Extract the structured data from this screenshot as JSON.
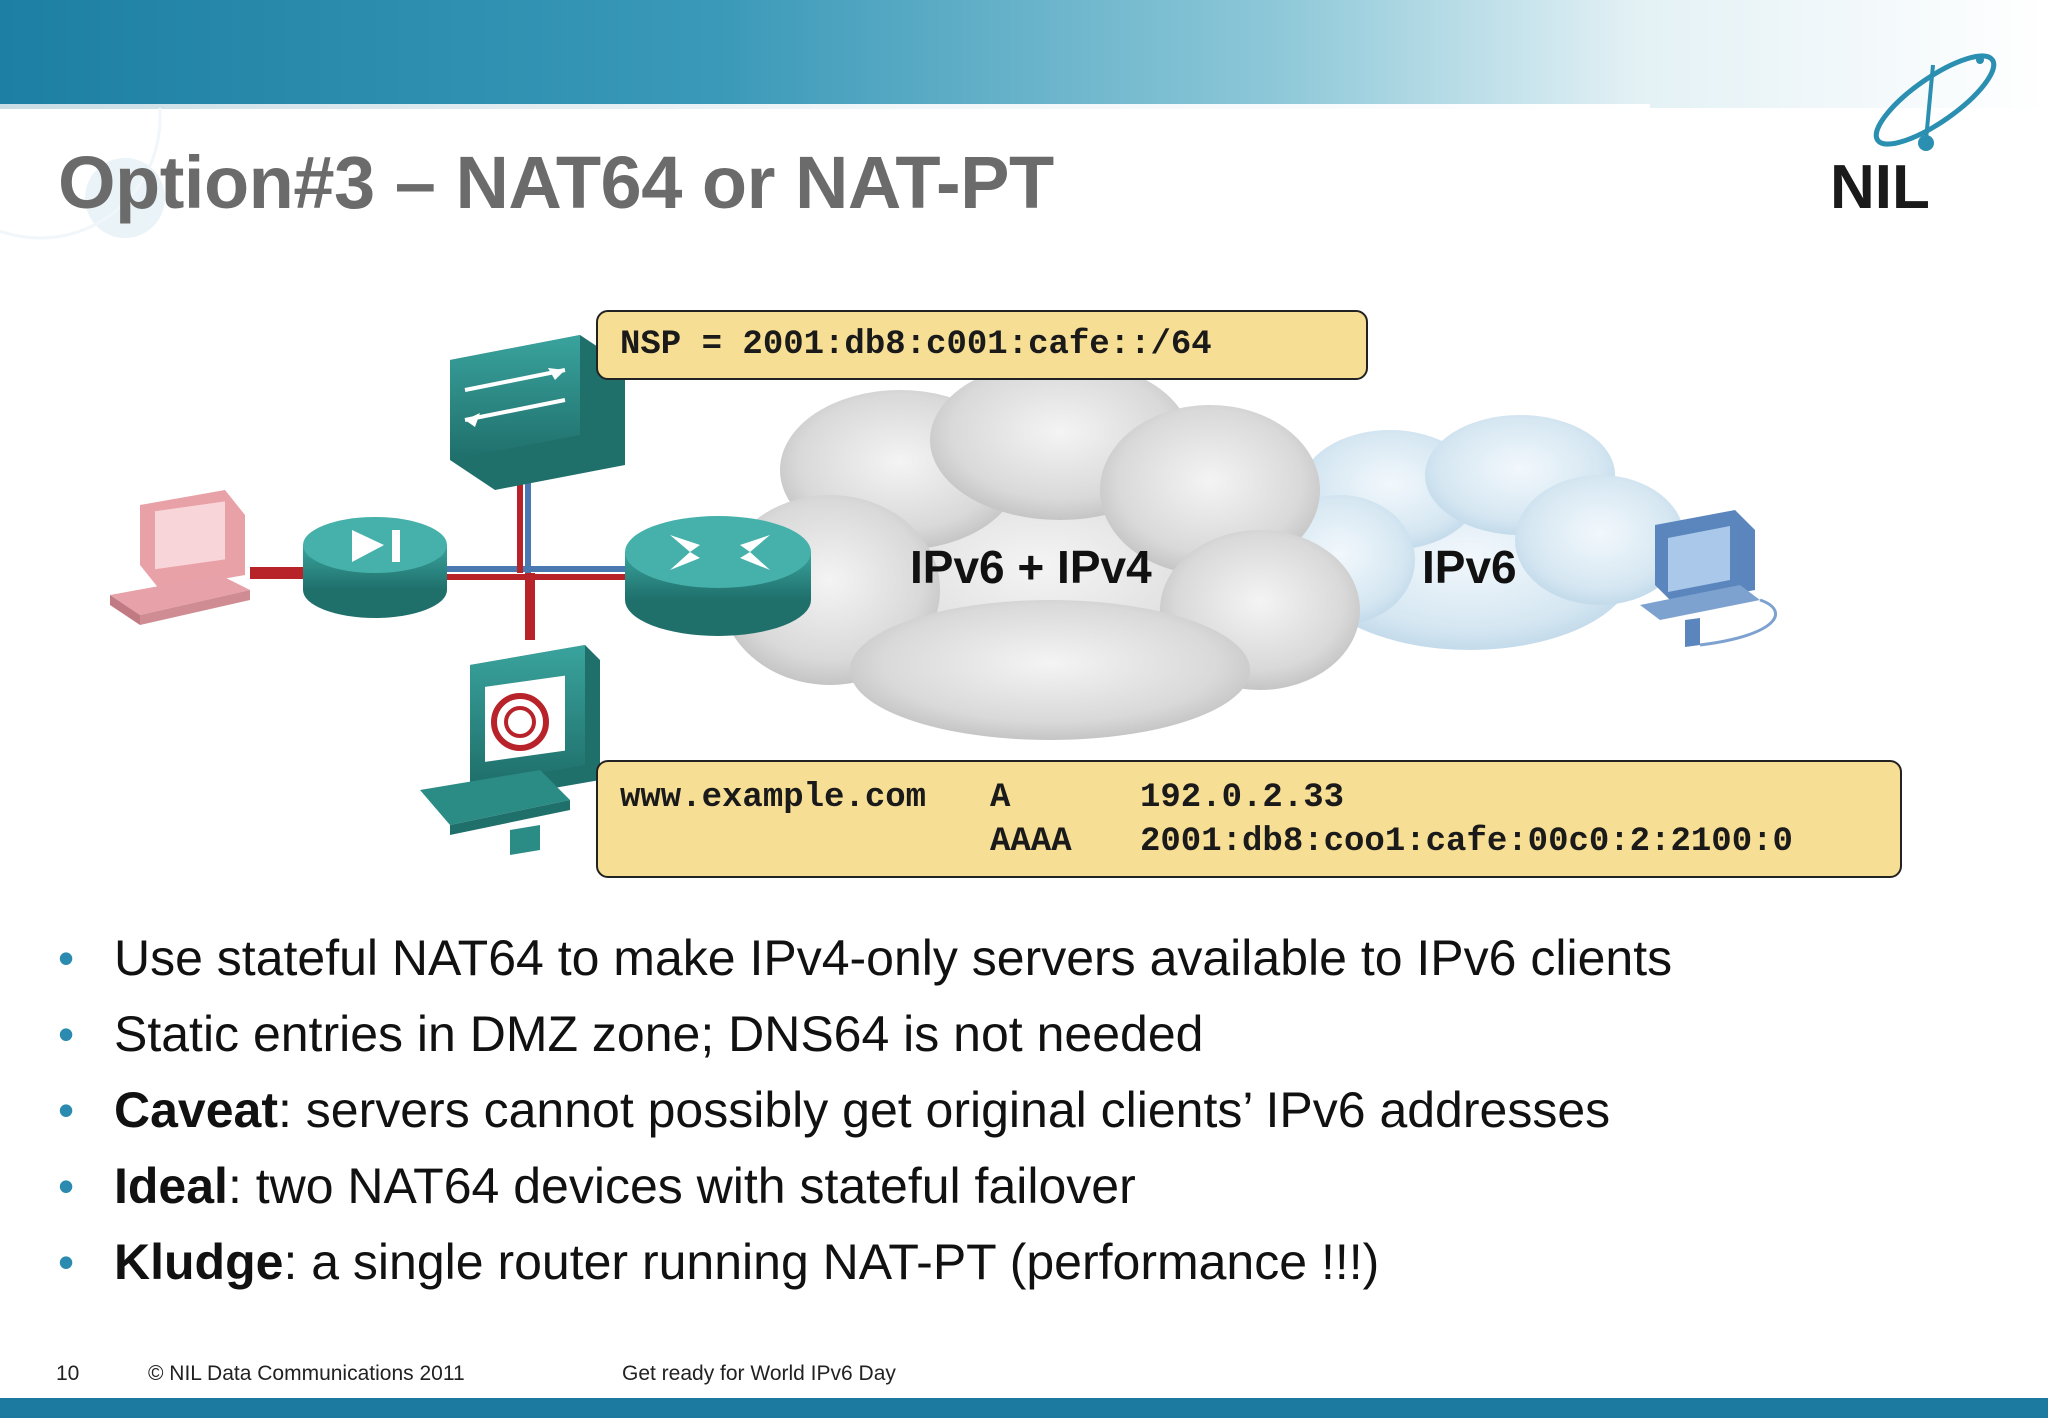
{
  "slide": {
    "title": "Option#3 – NAT64 or NAT-PT",
    "logo_text": "NIL"
  },
  "diagram": {
    "nsp_label": "NSP = 2001:db8:c001:cafe::/64",
    "cloud_left_label": "IPv6 + IPv4",
    "cloud_right_label": "IPv6",
    "dns": [
      {
        "host": "www.example.com",
        "type": "A",
        "value": "192.0.2.33"
      },
      {
        "host": "",
        "type": "AAAA",
        "value": "2001:db8:coo1:cafe:00c0:2:2100:0"
      }
    ]
  },
  "bullets": [
    {
      "bold": "",
      "text": "Use stateful NAT64 to make IPv4-only servers available to IPv6 clients"
    },
    {
      "bold": "",
      "text": "Static entries in DMZ zone; DNS64 is not needed"
    },
    {
      "bold": "Caveat",
      "text": ": servers cannot possibly get original clients’ IPv6 addresses"
    },
    {
      "bold": "Ideal",
      "text": ": two NAT64 devices with stateful failover"
    },
    {
      "bold": "Kludge",
      "text": ": a single router running NAT-PT (performance !!!)"
    }
  ],
  "footer": {
    "page_number": "10",
    "copyright": "© NIL Data Communications 2011",
    "event": "Get ready for World IPv6 Day"
  },
  "colors": {
    "banner": "#1d7fa3",
    "title": "#6b6b6b",
    "bullet": "#2b8ab0",
    "code_box": "#f6de94",
    "device_teal": "#2e8f8a",
    "link_red": "#b8232a",
    "link_blue": "#4a78b0"
  }
}
